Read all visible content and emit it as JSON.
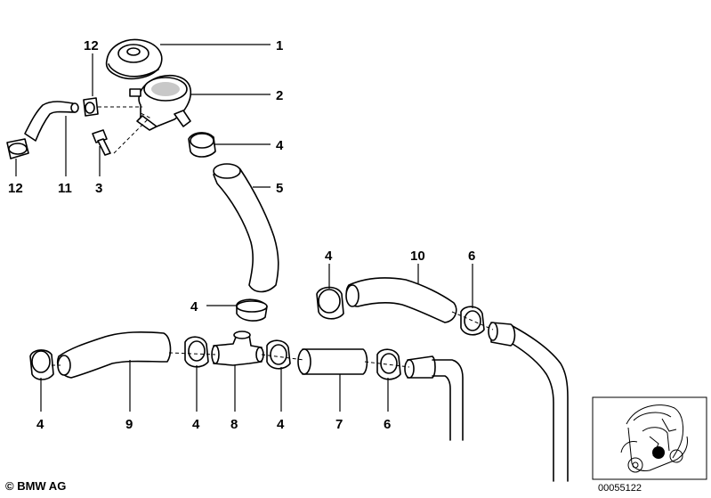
{
  "diagram": {
    "callouts": [
      "1",
      "2",
      "4",
      "5",
      "10",
      "6",
      "12",
      "11",
      "3",
      "12",
      "4",
      "4",
      "9",
      "4",
      "8",
      "4",
      "7",
      "6",
      "4"
    ],
    "copyright": "© BMW AG",
    "reference_number": "00055122"
  }
}
